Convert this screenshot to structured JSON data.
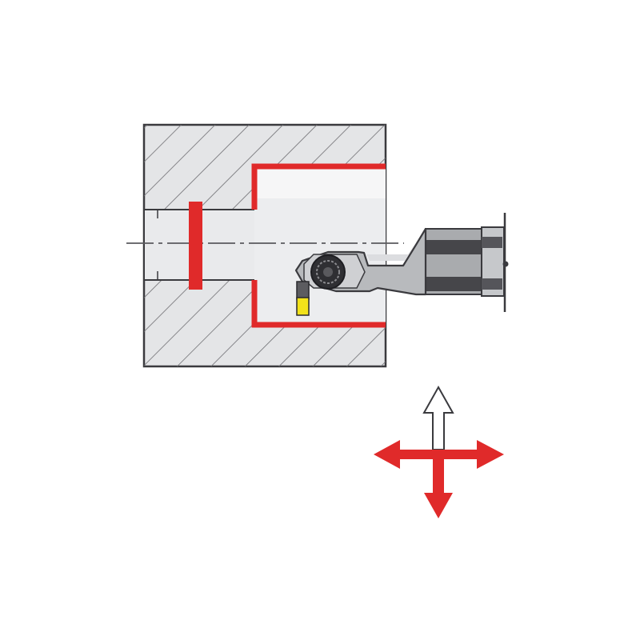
{
  "diagram": {
    "kind": "internal-grooving-operation",
    "colors": {
      "background": "#ffffff",
      "workpiece_fill": "#e4e5e7",
      "hatch": "#6e6e72",
      "outline": "#3a3a3e",
      "machined_profile": "#e02a2a",
      "tool_body": "#b8babd",
      "tool_dark": "#3c3c40",
      "insert_tip": "#f2e21a",
      "feed_arrow_outline": "#3a3a3e"
    },
    "feed_directions": {
      "axial_left": "feed-arrow",
      "axial_right": "feed-arrow",
      "radial_down": "feed-arrow",
      "radial_up": "retract-arrow"
    }
  }
}
